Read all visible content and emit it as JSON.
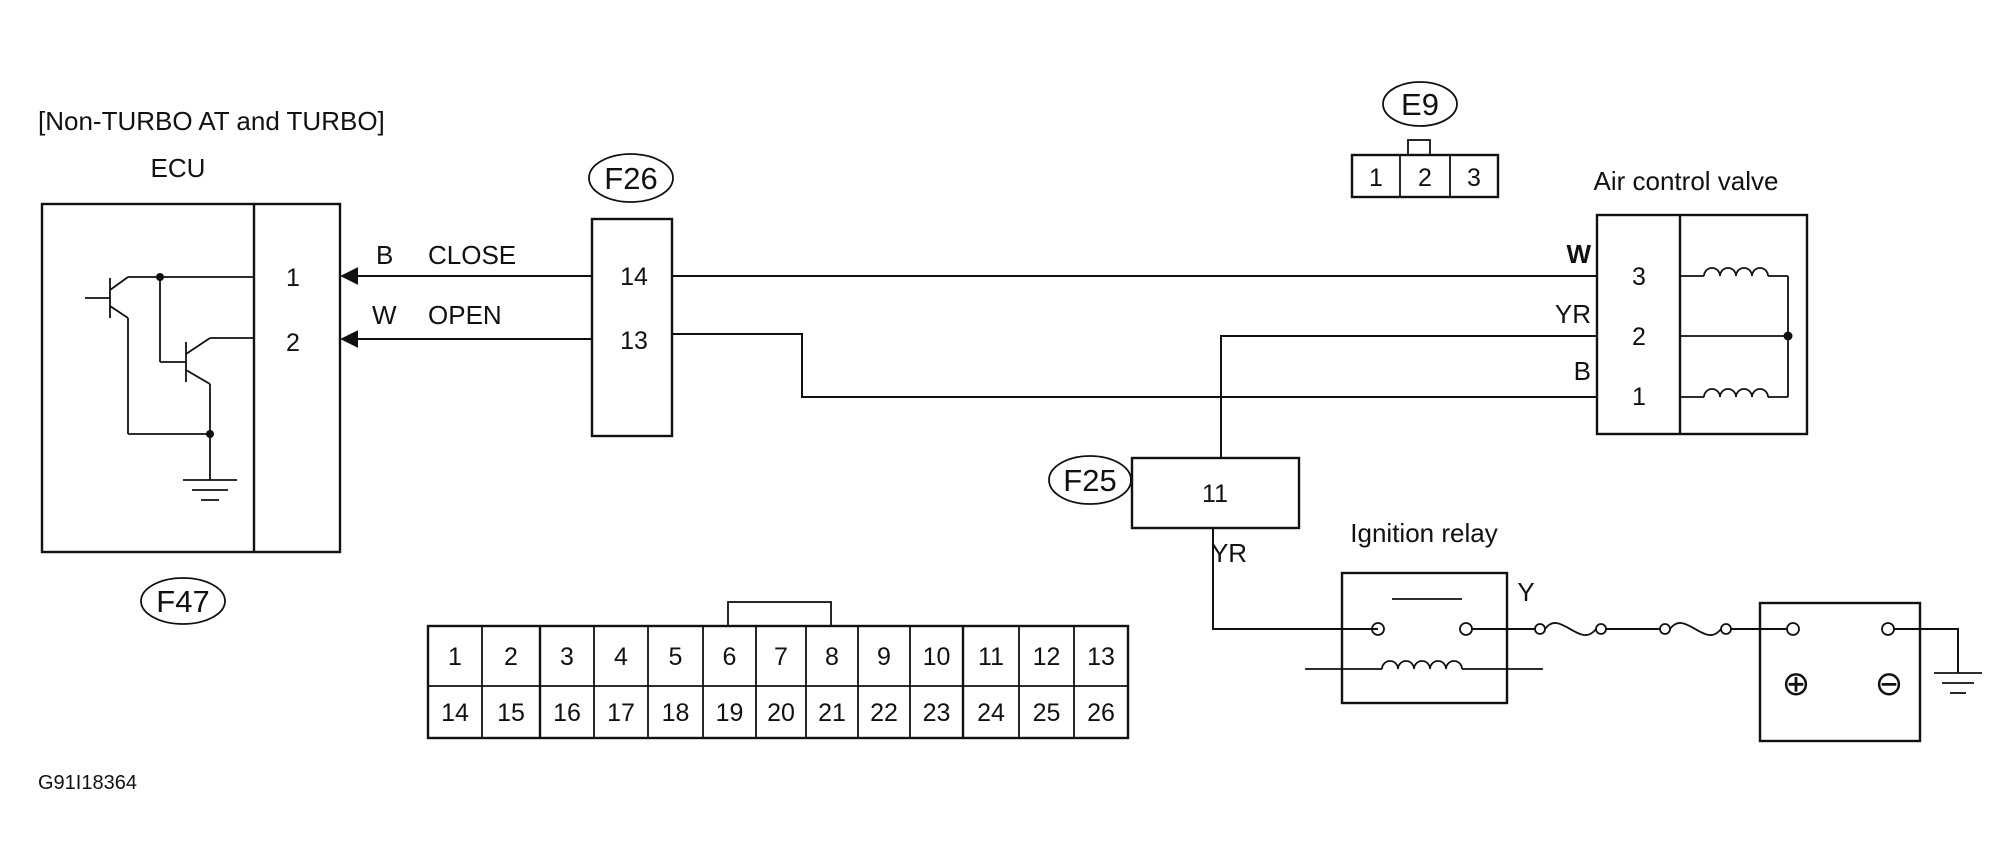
{
  "diagram": {
    "variant_label": "[Non-TURBO AT and TURBO]",
    "ecu": {
      "title": "ECU",
      "pins": [
        "1",
        "2"
      ],
      "connector_tag": "F47"
    },
    "ecu_signals": [
      {
        "color": "B",
        "name": "CLOSE"
      },
      {
        "color": "W",
        "name": "OPEN"
      }
    ],
    "connector_f26": {
      "tag": "F26",
      "pins": [
        "14",
        "13"
      ]
    },
    "connector_e9": {
      "tag": "E9",
      "pins": [
        "1",
        "2",
        "3"
      ]
    },
    "air_control_valve": {
      "title": "Air control valve",
      "pins": [
        "3",
        "2",
        "1"
      ],
      "wire_colors": [
        "W",
        "YR",
        "B"
      ]
    },
    "connector_f25": {
      "tag": "F25",
      "pin": "11",
      "wire_color": "YR"
    },
    "ignition_relay": {
      "title": "Ignition relay",
      "output_wire_color": "Y"
    },
    "battery": {
      "positive_symbol": "⊕",
      "negative_symbol": "⊖"
    },
    "connector_26pin": {
      "rows": [
        [
          "1",
          "2",
          "3",
          "4",
          "5",
          "6",
          "7",
          "8",
          "9",
          "10",
          "11",
          "12",
          "13"
        ],
        [
          "14",
          "15",
          "16",
          "17",
          "18",
          "19",
          "20",
          "21",
          "22",
          "23",
          "24",
          "25",
          "26"
        ]
      ]
    },
    "figure_code": "G91I18364"
  }
}
